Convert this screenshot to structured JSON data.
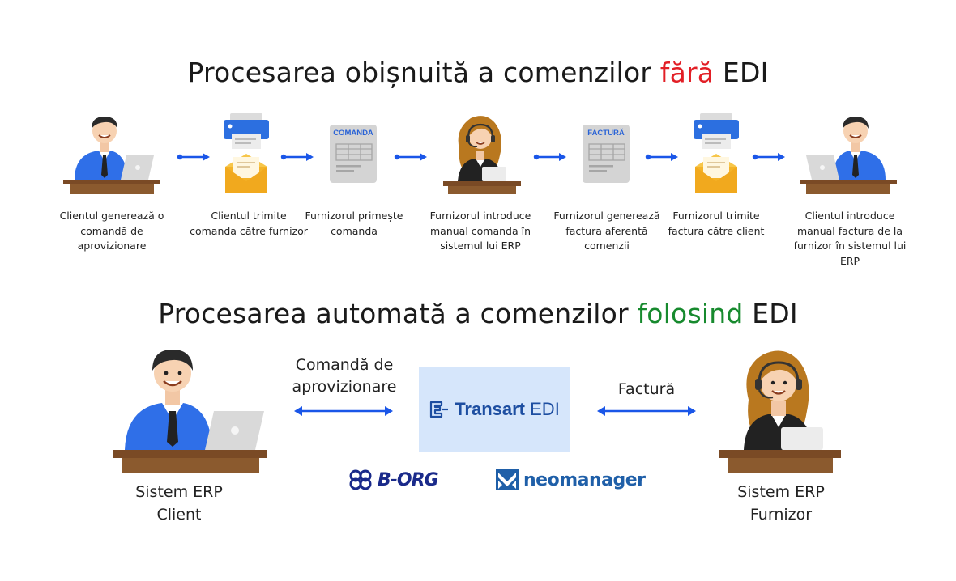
{
  "manual": {
    "title_prefix": "Procesarea obișnuită a comenzilor ",
    "title_highlight": "fără",
    "title_suffix": " EDI",
    "steps": [
      {
        "label": "Clientul generează o comandă de aprovizionare",
        "icon": "client-laptop-icon"
      },
      {
        "label": "Clientul trimite comanda către furnizor",
        "icon": "printer-envelope-icon"
      },
      {
        "label": "Furnizorul primește comanda",
        "icon": "order-document-icon",
        "doc_title": "COMANDA"
      },
      {
        "label": "Furnizorul introduce manual comanda în sistemul lui ERP",
        "icon": "supplier-headset-icon"
      },
      {
        "label": "Furnizorul generează factura aferentă comenzii",
        "icon": "invoice-document-icon",
        "doc_title": "FACTURĂ"
      },
      {
        "label": "Furnizorul trimite factura către client",
        "icon": "printer-envelope-icon"
      },
      {
        "label": "Clientul introduce manual factura de la furnizor în sistemul lui ERP",
        "icon": "client-laptop-icon"
      }
    ]
  },
  "automated": {
    "title_prefix": "Procesarea automată a comenzilor ",
    "title_highlight": "folosind",
    "title_suffix": " EDI",
    "client_label_line1": "Sistem ERP",
    "client_label_line2": "Client",
    "supplier_label_line1": "Sistem ERP",
    "supplier_label_line2": "Furnizor",
    "order_label_line1": "Comandă de",
    "order_label_line2": "aprovizionare",
    "invoice_label": "Factură",
    "edi_brand_bold": "Transart",
    "edi_brand_rest": " EDI",
    "partners": [
      "B-ORG",
      "neomanager"
    ]
  },
  "colors": {
    "accent_red": "#e21f26",
    "accent_green": "#178a2e",
    "arrow_blue": "#1a56e8",
    "edi_box_bg": "#d6e6fb"
  }
}
